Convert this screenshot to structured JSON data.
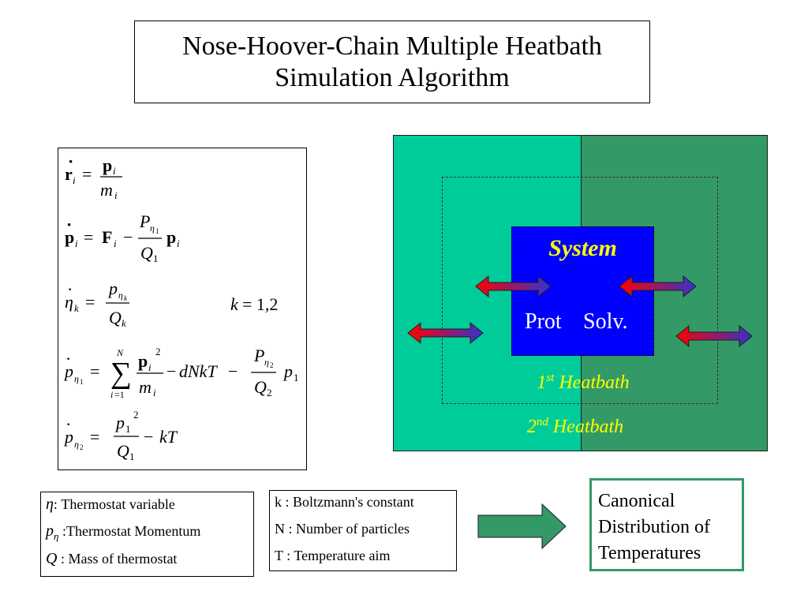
{
  "title": {
    "line1": "Nose-Hoover-Chain Multiple Heatbath",
    "line2": "Simulation Algorithm"
  },
  "equations": {
    "eq1": "ṙ_i = p_i / m_i",
    "eq2": "ṗ_i = F_i − (P_η1 / Q_1) p_i",
    "eq3": "η̇_k = p_ηk / Q_k",
    "eq3_condition": "k = 1,2",
    "eq4": "ṗ_η1 = Σ_{i=1}^{N} p_i^2 / m_i − dNkT − (P_η2 / Q_2) p_1",
    "eq5": "ṗ_η2 = p_1^2 / Q_1 − kT"
  },
  "diagram": {
    "system_label": "System",
    "prot_label": "Prot",
    "solv_label": "Solv.",
    "heatbath1_prefix": "1",
    "heatbath1_sup": "st",
    "heatbath1_suffix": " Heatbath",
    "heatbath2_prefix": "2",
    "heatbath2_sup": "nd",
    "heatbath2_suffix": " Heatbath",
    "colors": {
      "left_region": "#00CC99",
      "right_region": "#339966",
      "system": "#0000FF",
      "label": "#FFFF00",
      "arrow_start": "#FF0000",
      "arrow_end": "#3333CC"
    }
  },
  "legend_left": {
    "row1_symbol": "η",
    "row1_text": ": Thermostat variable",
    "row2_symbol": "p",
    "row2_sub": "η",
    "row2_text": " :Thermostat Momentum",
    "row3_symbol": "Q",
    "row3_text": " :  Mass of thermostat"
  },
  "legend_right": {
    "row1": "k : Boltzmann's constant",
    "row2": "N : Number of particles",
    "row3": "T : Temperature aim"
  },
  "result": {
    "line1": "Canonical",
    "line2": "Distribution of",
    "line3": "Temperatures",
    "color": "#339966"
  }
}
